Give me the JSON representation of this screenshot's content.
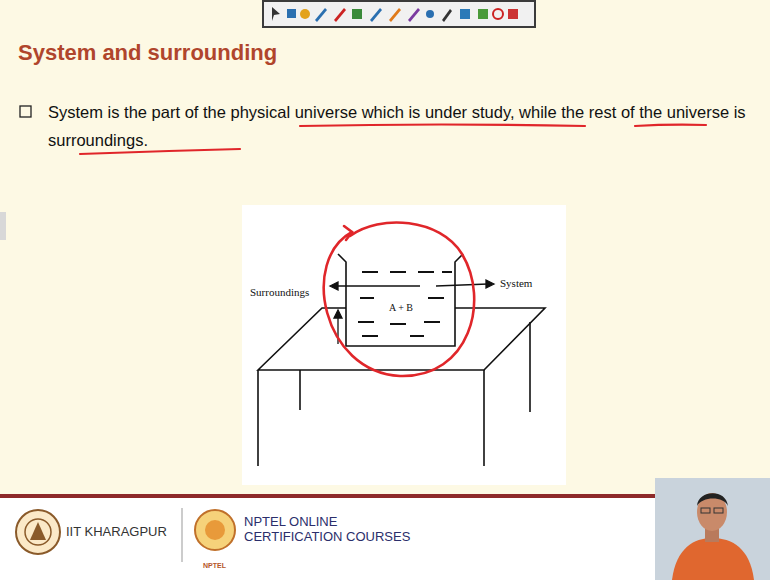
{
  "diagram": {
    "title": "System and surrounding",
    "labels": [
      "System is the part of the physical universe which is under study, while the rest of the universe is surroundings.",
      "Surroundings",
      "System",
      "A + B",
      "IIT KHARAGPUR",
      "NPTEL ONLINE CERTIFICATION COURSES",
      "NPTEL"
    ]
  }
}
